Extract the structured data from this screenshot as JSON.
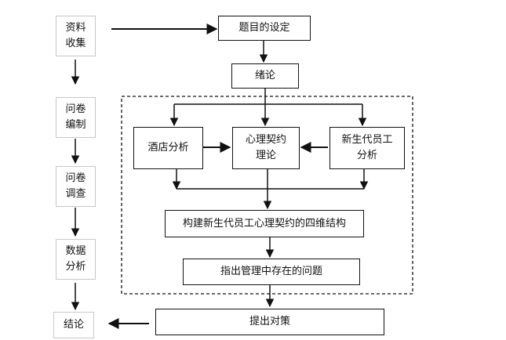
{
  "left_column": [
    {
      "id": "collect",
      "label": "资料\n收集"
    },
    {
      "id": "compile",
      "label": "问卷\n编制"
    },
    {
      "id": "survey",
      "label": "问卷\n调查"
    },
    {
      "id": "analysis",
      "label": "数据\n分析"
    },
    {
      "id": "conclusion",
      "label": "结论"
    }
  ],
  "main_flow": {
    "topic": "题目的设定",
    "intro": "绪论",
    "hotel": "酒店分析",
    "theory": "心理契约\n理论",
    "new_gen": "新生代员工\n分析",
    "structure": "构建新生代员工心理契约的四维结构",
    "problems": "指出管理中存在的问题",
    "measures": "提出对策"
  }
}
